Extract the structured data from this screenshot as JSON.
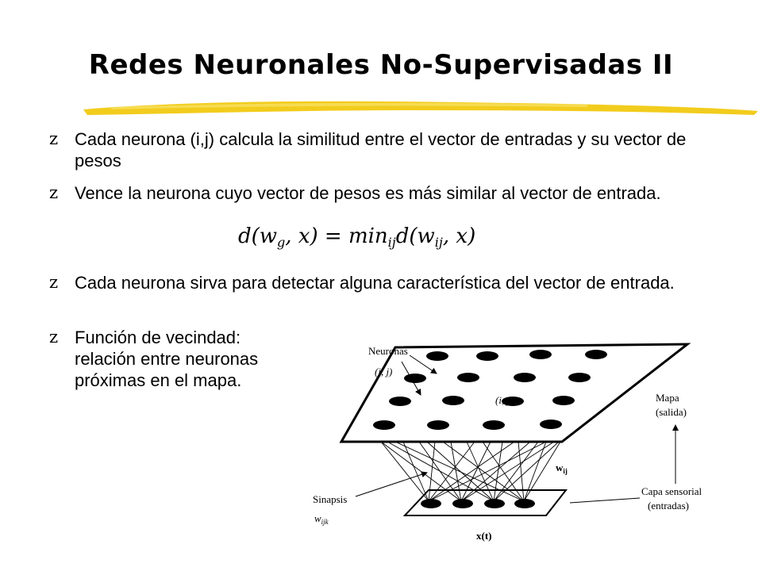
{
  "title": "Redes Neuronales No-Supervisadas II",
  "bullets": [
    "Cada neurona (i,j) calcula la similitud entre el vector de entradas y su vector de pesos",
    "Vence la neurona cuyo vector de pesos es más similar al vector de entrada.",
    "Cada neurona sirva para detectar alguna característica del vector de entrada.",
    "Función de vecindad: relación entre neuronas próximas en el mapa."
  ],
  "formula": {
    "lhs": "d(w",
    "lhs_sub": "g",
    "lhs_rest": ", x) = min",
    "min_sub": "ij",
    "rhs": "d(w",
    "rhs_sub": "ij",
    "rhs_rest": ", x)"
  },
  "diagram": {
    "neuronas": "Neuronas",
    "ij_label": "(i, j)",
    "ij_center": "(i, j)",
    "mapa": "Mapa",
    "salida": "(salida)",
    "wij": "w",
    "wij_sub": "ij",
    "sinapsis": "Sinapsis",
    "wijk": "w",
    "wijk_sub": "ijk",
    "capa": "Capa sensorial",
    "entradas": "(entradas)",
    "xt": "x(t)"
  },
  "colors": {
    "underline": "#f2cc1d",
    "ink": "#000000"
  }
}
